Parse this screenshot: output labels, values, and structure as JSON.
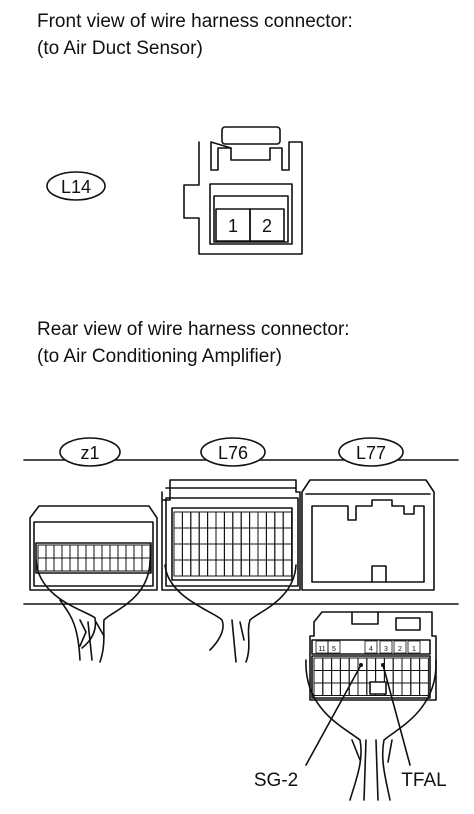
{
  "front_view": {
    "title_line1": "Front view of wire harness connector:",
    "title_line2": "(to Air Duct Sensor)",
    "connector_label": "L14",
    "pins": [
      "1",
      "2"
    ]
  },
  "rear_view": {
    "title_line1": "Rear view of wire harness connector:",
    "title_line2": "(to Air Conditioning Amplifier)",
    "connectors": [
      {
        "label": "z1"
      },
      {
        "label": "L76"
      },
      {
        "label": "L77"
      }
    ],
    "l77_top_pins": [
      "11",
      "5",
      "4",
      "3",
      "2",
      "1"
    ],
    "terminals": {
      "sg2": "SG-2",
      "tfal": "TFAL"
    }
  }
}
